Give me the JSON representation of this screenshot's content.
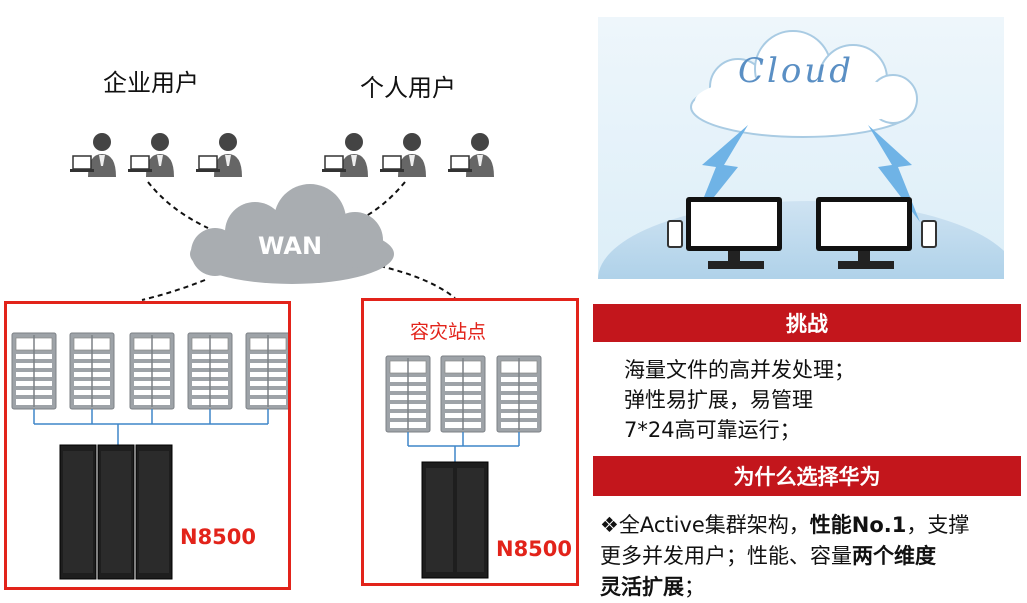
{
  "users": {
    "enterprise_label": "企业用户",
    "personal_label": "个人用户"
  },
  "network": {
    "wan_label": "WAN"
  },
  "primary_site": {
    "storage_label": "N8500"
  },
  "dr_site": {
    "title": "容灾站点",
    "storage_label": "N8500"
  },
  "cloud_illustration": {
    "cloud_text": "Cloud"
  },
  "challenge": {
    "title": "挑战",
    "items": [
      "海量文件的高并发处理；",
      "弹性易扩展，易管理",
      "7*24高可靠运行；"
    ]
  },
  "why_huawei": {
    "title": "为什么选择华为",
    "bullet": "❖",
    "p1": "全Active集群架构，",
    "p2": "性能No.1",
    "p3": "，支撑",
    "p4": "更多并发用户；性能、容量",
    "p5": "两个维度",
    "p6": "灵活扩展",
    "p7": "；"
  },
  "colors": {
    "accent_red": "#e2231a",
    "bar_red": "#c3161c",
    "server_gray": "#9ea3a8",
    "link_blue": "#3f86c9"
  }
}
